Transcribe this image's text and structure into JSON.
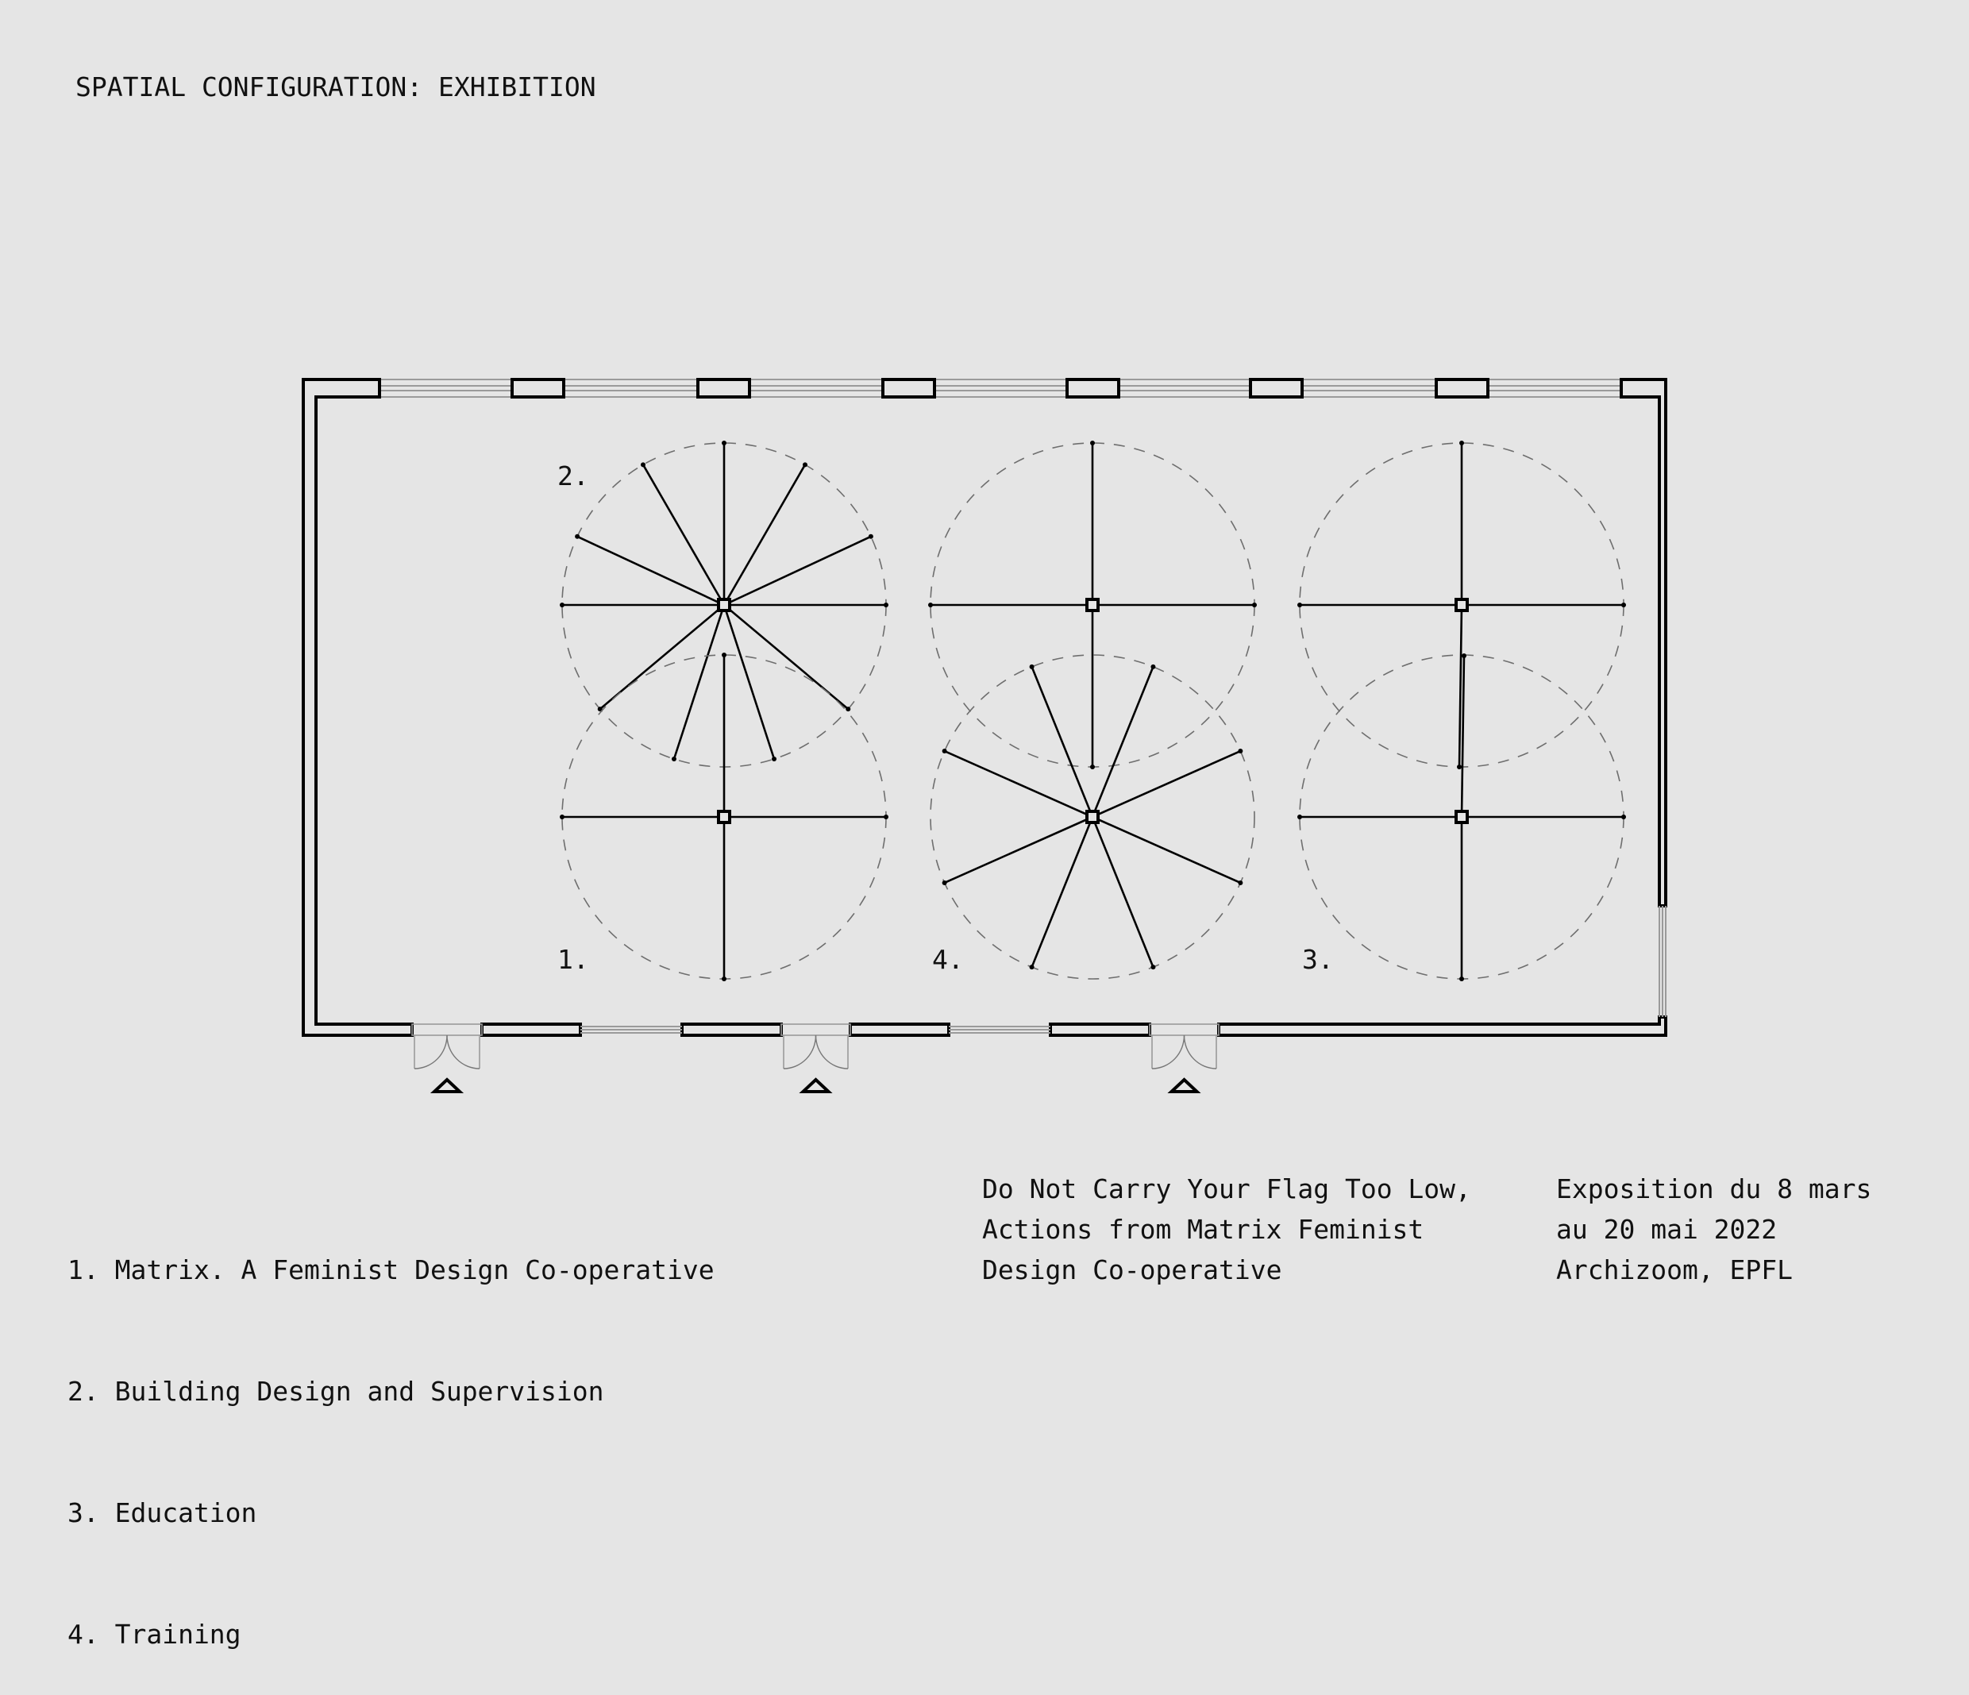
{
  "title": "SPATIAL CONFIGURATION: EXHIBITION",
  "plan": {
    "zones": [
      {
        "label": "1.",
        "name": "Matrix. A Feminist Design Co-operative",
        "spokes": 4
      },
      {
        "label": "2.",
        "name": "Building Design and Supervision",
        "spokes": 11
      },
      {
        "label": "3.",
        "name": "Education",
        "spokes": 4
      },
      {
        "label": "4.",
        "name": "Training",
        "spokes": 8
      }
    ],
    "entrances": 3,
    "colors": {
      "background": "#e5e5e5",
      "wall": "#000000",
      "glazing": "#9a9a9a",
      "radius_dashed": "#6e6e6e"
    }
  },
  "legend": {
    "items": [
      "1. Matrix. A Feminist Design Co-operative",
      "2. Building Design and Supervision",
      "3. Education",
      "4. Training"
    ]
  },
  "exhibition": {
    "lines": [
      "Do Not Carry Your Flag Too Low,",
      "Actions from Matrix Feminist",
      "Design Co-operative"
    ]
  },
  "dates": {
    "lines": [
      "Exposition du 8 mars",
      "au 20 mai 2022",
      "Archizoom, EPFL"
    ]
  }
}
